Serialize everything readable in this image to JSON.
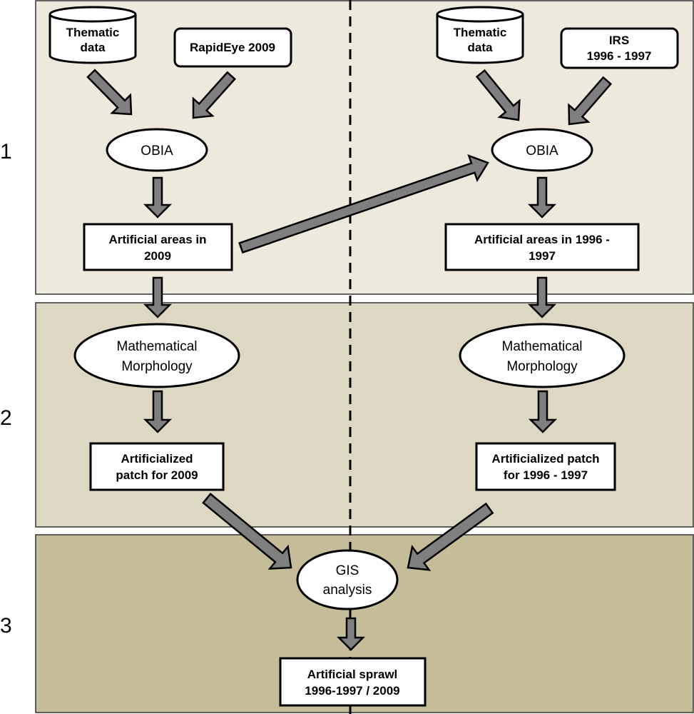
{
  "steps": [
    "1",
    "2",
    "3"
  ],
  "left": {
    "thematic": [
      "Thematic",
      "data"
    ],
    "sensor": [
      "RapidEye 2009"
    ],
    "obia": [
      "OBIA"
    ],
    "areas": [
      "Artificial areas in",
      "2009"
    ],
    "morph": [
      "Mathematical",
      "Morphology"
    ],
    "patch": [
      "Artificialized",
      "patch for 2009"
    ]
  },
  "right": {
    "thematic": [
      "Thematic",
      "data"
    ],
    "sensor": [
      "IRS",
      "1996 - 1997"
    ],
    "obia": [
      "OBIA"
    ],
    "areas": [
      "Artificial areas in 1996 -",
      "1997"
    ],
    "morph": [
      "Mathematical",
      "Morphology"
    ],
    "patch": [
      "Artificialized patch",
      "for 1996 - 1997"
    ]
  },
  "gis": [
    "GIS",
    "analysis"
  ],
  "result": [
    "Artificial sprawl",
    "1996-1997  / 2009"
  ],
  "colors": {
    "panel1": "#ede9dd",
    "panel2": "#ddd8c3",
    "panel3": "#c5bc9a",
    "arrow": "#7f7f7f"
  }
}
